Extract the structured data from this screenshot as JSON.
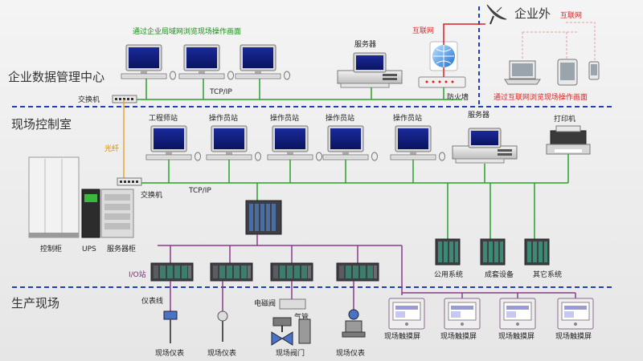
{
  "zones": {
    "enterprise": "企业数据管理中心",
    "control_room": "现场控制室",
    "field": "生产现场",
    "outside": "企业外"
  },
  "labels": {
    "lan_browse": "通过企业局域网浏览现场操作画面",
    "server_top": "服务器",
    "internet_left": "互联网",
    "internet_right": "互联网",
    "firewall": "防火墙",
    "internet_browse": "通过互联网浏览现场操作画面",
    "switch_top": "交换机",
    "tcpip_top": "TCP/IP",
    "fiber": "光纤",
    "engineer": "工程师站",
    "operator": "操作员站",
    "server_mid": "服务器",
    "printer": "打印机",
    "switch_mid": "交换机",
    "tcpip_mid": "TCP/IP",
    "control_cabinet": "控制柜",
    "ups": "UPS",
    "server_cabinet": "服务器柜",
    "io_station": "I/O站",
    "public_system": "公用系统",
    "package_equipment": "成套设备",
    "other_system": "其它系统",
    "instrument_line": "仪表线",
    "solenoid_valve": "电磁阀",
    "air_pipe": "气管",
    "field_instrument": "现场仪表",
    "field_valve": "现场阀门",
    "touch_screen": "现场触摸屏"
  },
  "colors": {
    "network_green": "#2aa12a",
    "fiber_orange": "#e8a33a",
    "internet_red": "#e02020",
    "dashed_blue": "#1f3fbf",
    "io_purple": "#8a3a8a"
  }
}
